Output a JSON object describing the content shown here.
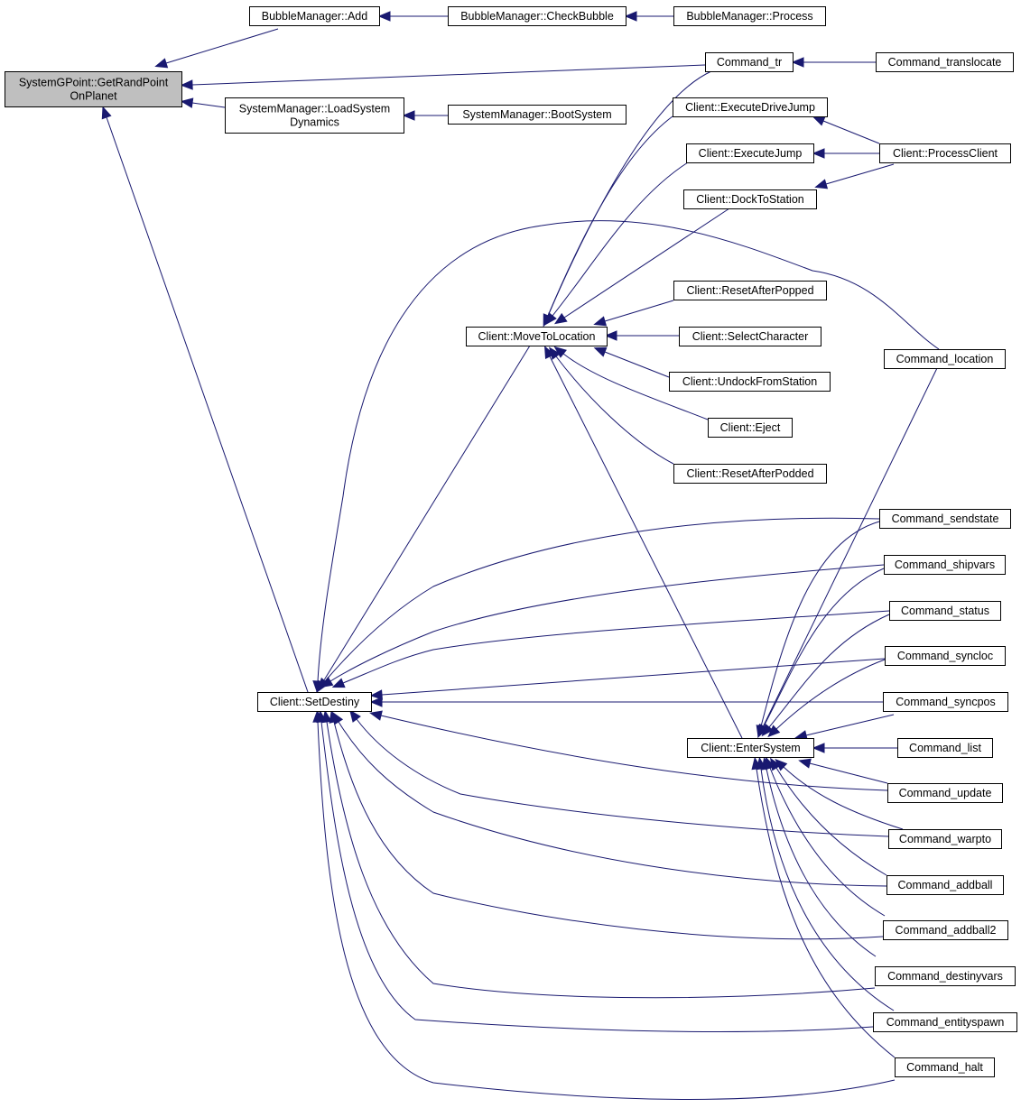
{
  "diagram": {
    "colors": {
      "edge": "#191970",
      "node_fill": "#ffffff",
      "root_fill": "#bfbfbf",
      "border": "#000000"
    },
    "nodes": [
      {
        "id": "root",
        "lines": [
          "SystemGPoint::GetRandPoint",
          "OnPlanet"
        ],
        "highlight": true
      },
      {
        "id": "bm_add",
        "lines": [
          "BubbleManager::Add"
        ]
      },
      {
        "id": "bm_check",
        "lines": [
          "BubbleManager::CheckBubble"
        ]
      },
      {
        "id": "bm_process",
        "lines": [
          "BubbleManager::Process"
        ]
      },
      {
        "id": "cmd_tr",
        "lines": [
          "Command_tr"
        ]
      },
      {
        "id": "cmd_translocate",
        "lines": [
          "Command_translocate"
        ]
      },
      {
        "id": "sm_load",
        "lines": [
          "SystemManager::LoadSystem",
          "Dynamics"
        ]
      },
      {
        "id": "sm_boot",
        "lines": [
          "SystemManager::BootSystem"
        ]
      },
      {
        "id": "c_drivejump",
        "lines": [
          "Client::ExecuteDriveJump"
        ]
      },
      {
        "id": "c_jump",
        "lines": [
          "Client::ExecuteJump"
        ]
      },
      {
        "id": "c_process",
        "lines": [
          "Client::ProcessClient"
        ]
      },
      {
        "id": "c_dock",
        "lines": [
          "Client::DockToStation"
        ]
      },
      {
        "id": "c_popped",
        "lines": [
          "Client::ResetAfterPopped"
        ]
      },
      {
        "id": "c_move",
        "lines": [
          "Client::MoveToLocation"
        ]
      },
      {
        "id": "c_select",
        "lines": [
          "Client::SelectCharacter"
        ]
      },
      {
        "id": "cmd_location",
        "lines": [
          "Command_location"
        ]
      },
      {
        "id": "c_undock",
        "lines": [
          "Client::UndockFromStation"
        ]
      },
      {
        "id": "c_eject",
        "lines": [
          "Client::Eject"
        ]
      },
      {
        "id": "c_podded",
        "lines": [
          "Client::ResetAfterPodded"
        ]
      },
      {
        "id": "cmd_sendstate",
        "lines": [
          "Command_sendstate"
        ]
      },
      {
        "id": "cmd_shipvars",
        "lines": [
          "Command_shipvars"
        ]
      },
      {
        "id": "cmd_status",
        "lines": [
          "Command_status"
        ]
      },
      {
        "id": "cmd_syncloc",
        "lines": [
          "Command_syncloc"
        ]
      },
      {
        "id": "c_setdestiny",
        "lines": [
          "Client::SetDestiny"
        ]
      },
      {
        "id": "cmd_syncpos",
        "lines": [
          "Command_syncpos"
        ]
      },
      {
        "id": "c_entersystem",
        "lines": [
          "Client::EnterSystem"
        ]
      },
      {
        "id": "cmd_list",
        "lines": [
          "Command_list"
        ]
      },
      {
        "id": "cmd_update",
        "lines": [
          "Command_update"
        ]
      },
      {
        "id": "cmd_warpto",
        "lines": [
          "Command_warpto"
        ]
      },
      {
        "id": "cmd_addball",
        "lines": [
          "Command_addball"
        ]
      },
      {
        "id": "cmd_addball2",
        "lines": [
          "Command_addball2"
        ]
      },
      {
        "id": "cmd_destinyvars",
        "lines": [
          "Command_destinyvars"
        ]
      },
      {
        "id": "cmd_entityspawn",
        "lines": [
          "Command_entityspawn"
        ]
      },
      {
        "id": "cmd_halt",
        "lines": [
          "Command_halt"
        ]
      }
    ],
    "edges": [
      {
        "from": "bm_add",
        "to": "root"
      },
      {
        "from": "bm_check",
        "to": "bm_add"
      },
      {
        "from": "bm_process",
        "to": "bm_check"
      },
      {
        "from": "cmd_tr",
        "to": "root"
      },
      {
        "from": "cmd_translocate",
        "to": "cmd_tr"
      },
      {
        "from": "sm_load",
        "to": "root"
      },
      {
        "from": "sm_boot",
        "to": "sm_load"
      },
      {
        "from": "c_setdestiny",
        "to": "root"
      },
      {
        "from": "c_move",
        "to": "c_setdestiny"
      },
      {
        "from": "cmd_tr",
        "to": "c_move"
      },
      {
        "from": "c_drivejump",
        "to": "c_move"
      },
      {
        "from": "c_jump",
        "to": "c_move"
      },
      {
        "from": "c_dock",
        "to": "c_move"
      },
      {
        "from": "c_popped",
        "to": "c_move"
      },
      {
        "from": "c_select",
        "to": "c_move"
      },
      {
        "from": "c_undock",
        "to": "c_move"
      },
      {
        "from": "c_eject",
        "to": "c_move"
      },
      {
        "from": "c_podded",
        "to": "c_move"
      },
      {
        "from": "c_entersystem",
        "to": "c_move"
      },
      {
        "from": "c_process",
        "to": "c_drivejump"
      },
      {
        "from": "c_process",
        "to": "c_jump"
      },
      {
        "from": "c_process",
        "to": "c_dock"
      },
      {
        "from": "cmd_location",
        "to": "c_setdestiny"
      },
      {
        "from": "cmd_sendstate",
        "to": "c_setdestiny"
      },
      {
        "from": "cmd_shipvars",
        "to": "c_setdestiny"
      },
      {
        "from": "cmd_status",
        "to": "c_setdestiny"
      },
      {
        "from": "cmd_syncloc",
        "to": "c_setdestiny"
      },
      {
        "from": "cmd_syncpos",
        "to": "c_setdestiny"
      },
      {
        "from": "cmd_update",
        "to": "c_setdestiny"
      },
      {
        "from": "cmd_warpto",
        "to": "c_setdestiny"
      },
      {
        "from": "cmd_addball",
        "to": "c_setdestiny"
      },
      {
        "from": "cmd_addball2",
        "to": "c_setdestiny"
      },
      {
        "from": "cmd_destinyvars",
        "to": "c_setdestiny"
      },
      {
        "from": "cmd_entityspawn",
        "to": "c_setdestiny"
      },
      {
        "from": "cmd_halt",
        "to": "c_setdestiny"
      },
      {
        "from": "cmd_location",
        "to": "c_entersystem"
      },
      {
        "from": "cmd_sendstate",
        "to": "c_entersystem"
      },
      {
        "from": "cmd_shipvars",
        "to": "c_entersystem"
      },
      {
        "from": "cmd_status",
        "to": "c_entersystem"
      },
      {
        "from": "cmd_syncloc",
        "to": "c_entersystem"
      },
      {
        "from": "cmd_syncpos",
        "to": "c_entersystem"
      },
      {
        "from": "cmd_list",
        "to": "c_entersystem"
      },
      {
        "from": "cmd_update",
        "to": "c_entersystem"
      },
      {
        "from": "cmd_warpto",
        "to": "c_entersystem"
      },
      {
        "from": "cmd_addball",
        "to": "c_entersystem"
      },
      {
        "from": "cmd_addball2",
        "to": "c_entersystem"
      },
      {
        "from": "cmd_destinyvars",
        "to": "c_entersystem"
      },
      {
        "from": "cmd_entityspawn",
        "to": "c_entersystem"
      },
      {
        "from": "cmd_halt",
        "to": "c_entersystem"
      }
    ]
  }
}
